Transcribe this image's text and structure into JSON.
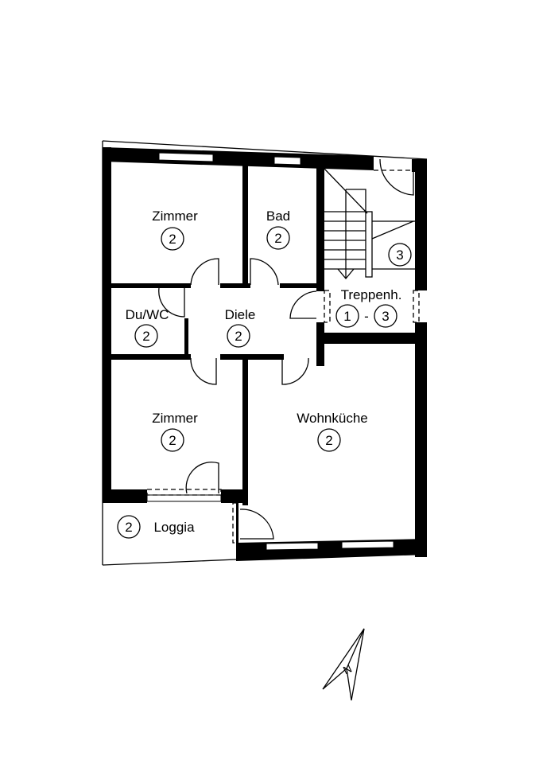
{
  "rooms": {
    "zimmer_top": {
      "label": "Zimmer",
      "floor": "2"
    },
    "bad": {
      "label": "Bad",
      "floor": "2"
    },
    "treppenhaus": {
      "label": "Treppenh.",
      "floor_from": "1",
      "dash": "-",
      "floor_to": "3"
    },
    "stair_up": {
      "floor": "3"
    },
    "du_wc": {
      "label": "Du/WC",
      "floor": "2"
    },
    "diele": {
      "label": "Diele",
      "floor": "2"
    },
    "zimmer_bottom": {
      "label": "Zimmer",
      "floor": "2"
    },
    "wohnkueche": {
      "label": "Wohnküche",
      "floor": "2"
    },
    "loggia": {
      "label": "Loggia",
      "floor": "2"
    }
  },
  "north_arrow": {
    "label": "N"
  }
}
